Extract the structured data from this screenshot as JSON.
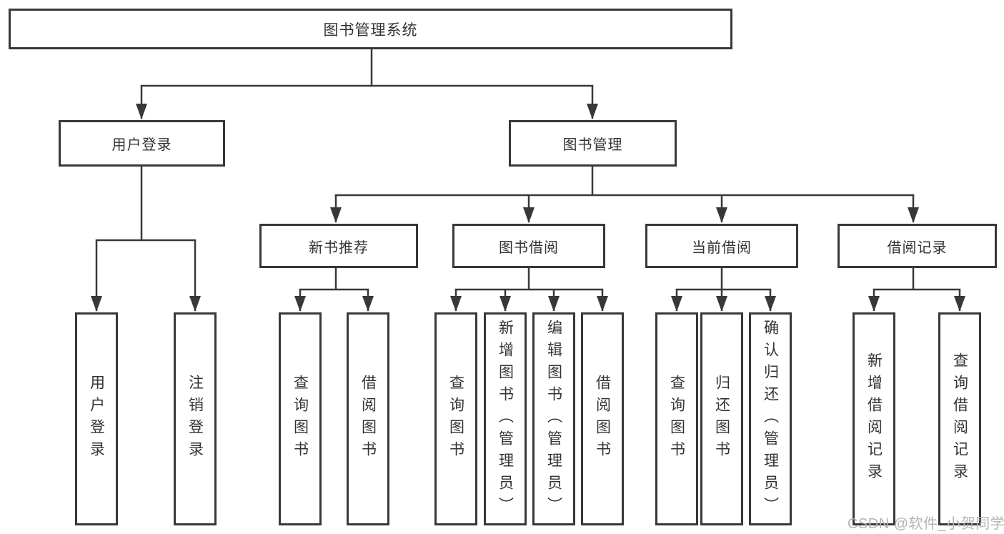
{
  "diagram": {
    "root": {
      "label": "图书管理系统"
    },
    "branches": [
      {
        "label": "用户登录",
        "children": [
          {
            "label": "用户登录"
          },
          {
            "label": "注销登录"
          }
        ]
      },
      {
        "label": "图书管理",
        "children": [
          {
            "label": "新书推荐",
            "children": [
              {
                "label": "查询图书"
              },
              {
                "label": "借阅图书"
              }
            ]
          },
          {
            "label": "图书借阅",
            "children": [
              {
                "label": "查询图书"
              },
              {
                "label": "新增图书（管理员）"
              },
              {
                "label": "编辑图书（管理员）"
              },
              {
                "label": "借阅图书"
              }
            ]
          },
          {
            "label": "当前借阅",
            "children": [
              {
                "label": "查询图书"
              },
              {
                "label": "归还图书"
              },
              {
                "label": "确认归还（管理员）"
              }
            ]
          },
          {
            "label": "借阅记录",
            "children": [
              {
                "label": "新增借阅记录"
              },
              {
                "label": "查询借阅记录"
              }
            ]
          }
        ]
      }
    ]
  },
  "watermark": {
    "text": "CSDN @软件_小贺同学",
    "color": "#b3b3b3"
  },
  "colors": {
    "box_border": "#383838",
    "connector": "#383838",
    "text": "#333333",
    "watermark": "#b3b3b3",
    "background": "#ffffff"
  }
}
